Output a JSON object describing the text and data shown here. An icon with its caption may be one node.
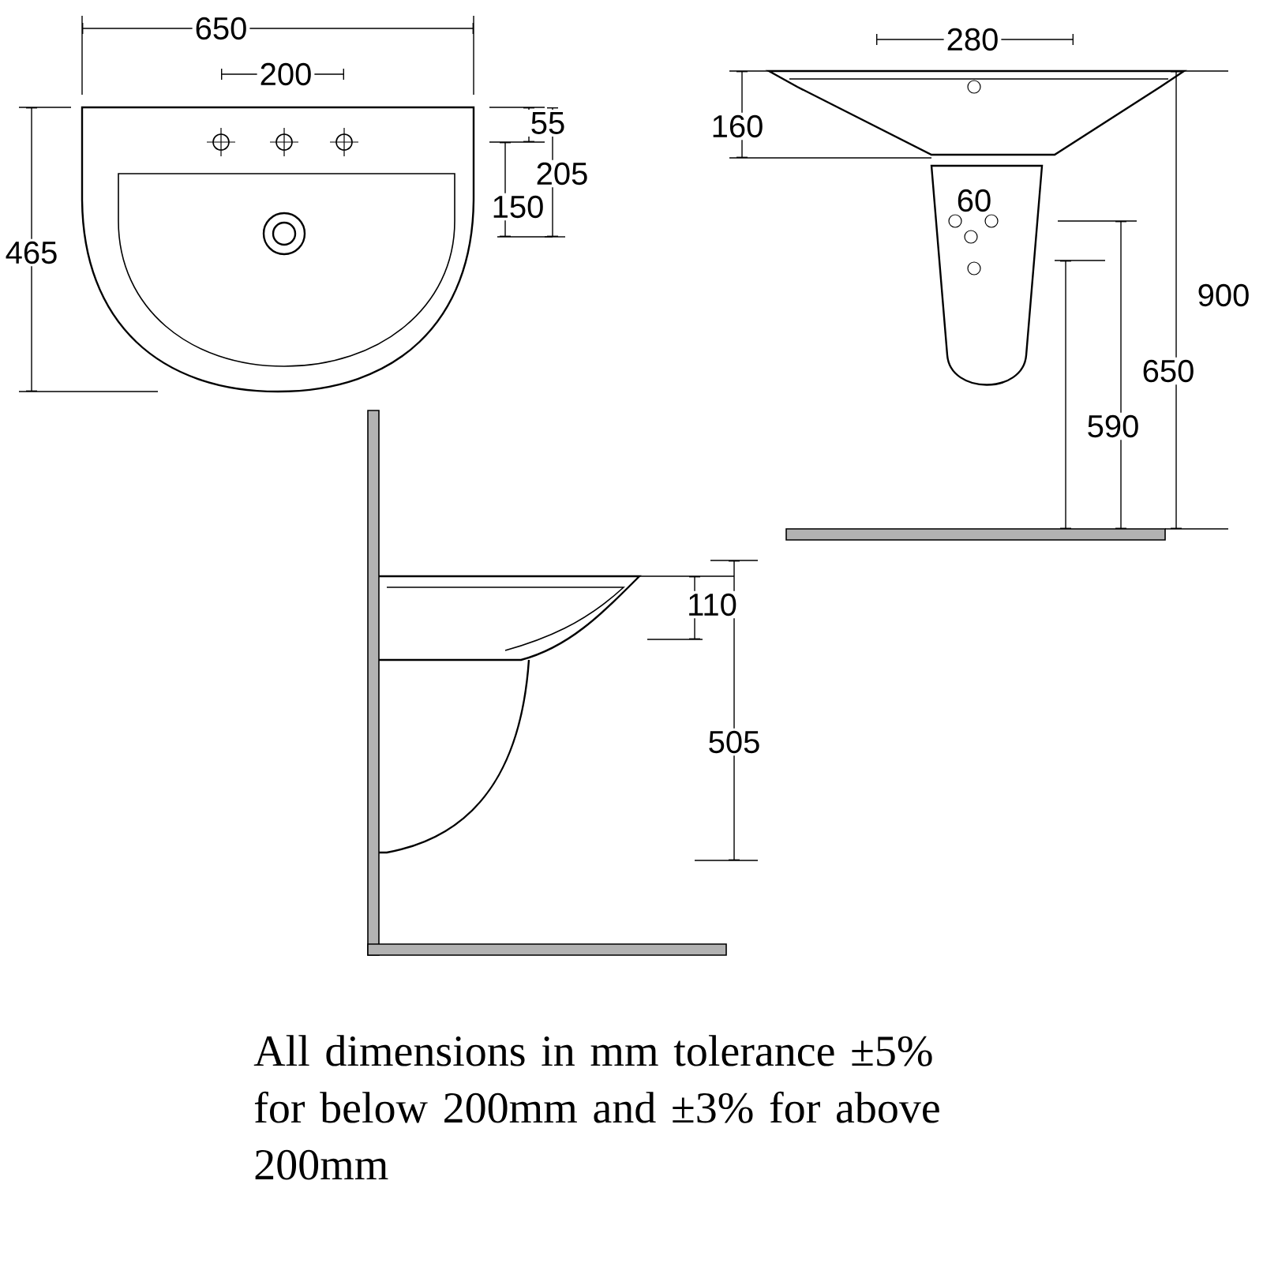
{
  "diagram": {
    "labels": [
      "650",
      "200",
      "55",
      "205",
      "150",
      "465",
      "280",
      "160",
      "60",
      "900",
      "650",
      "590",
      "110",
      "505",
      "All dimensions in mm tolerance ±5% for below 200mm and ±3% for above 200mm"
    ]
  }
}
